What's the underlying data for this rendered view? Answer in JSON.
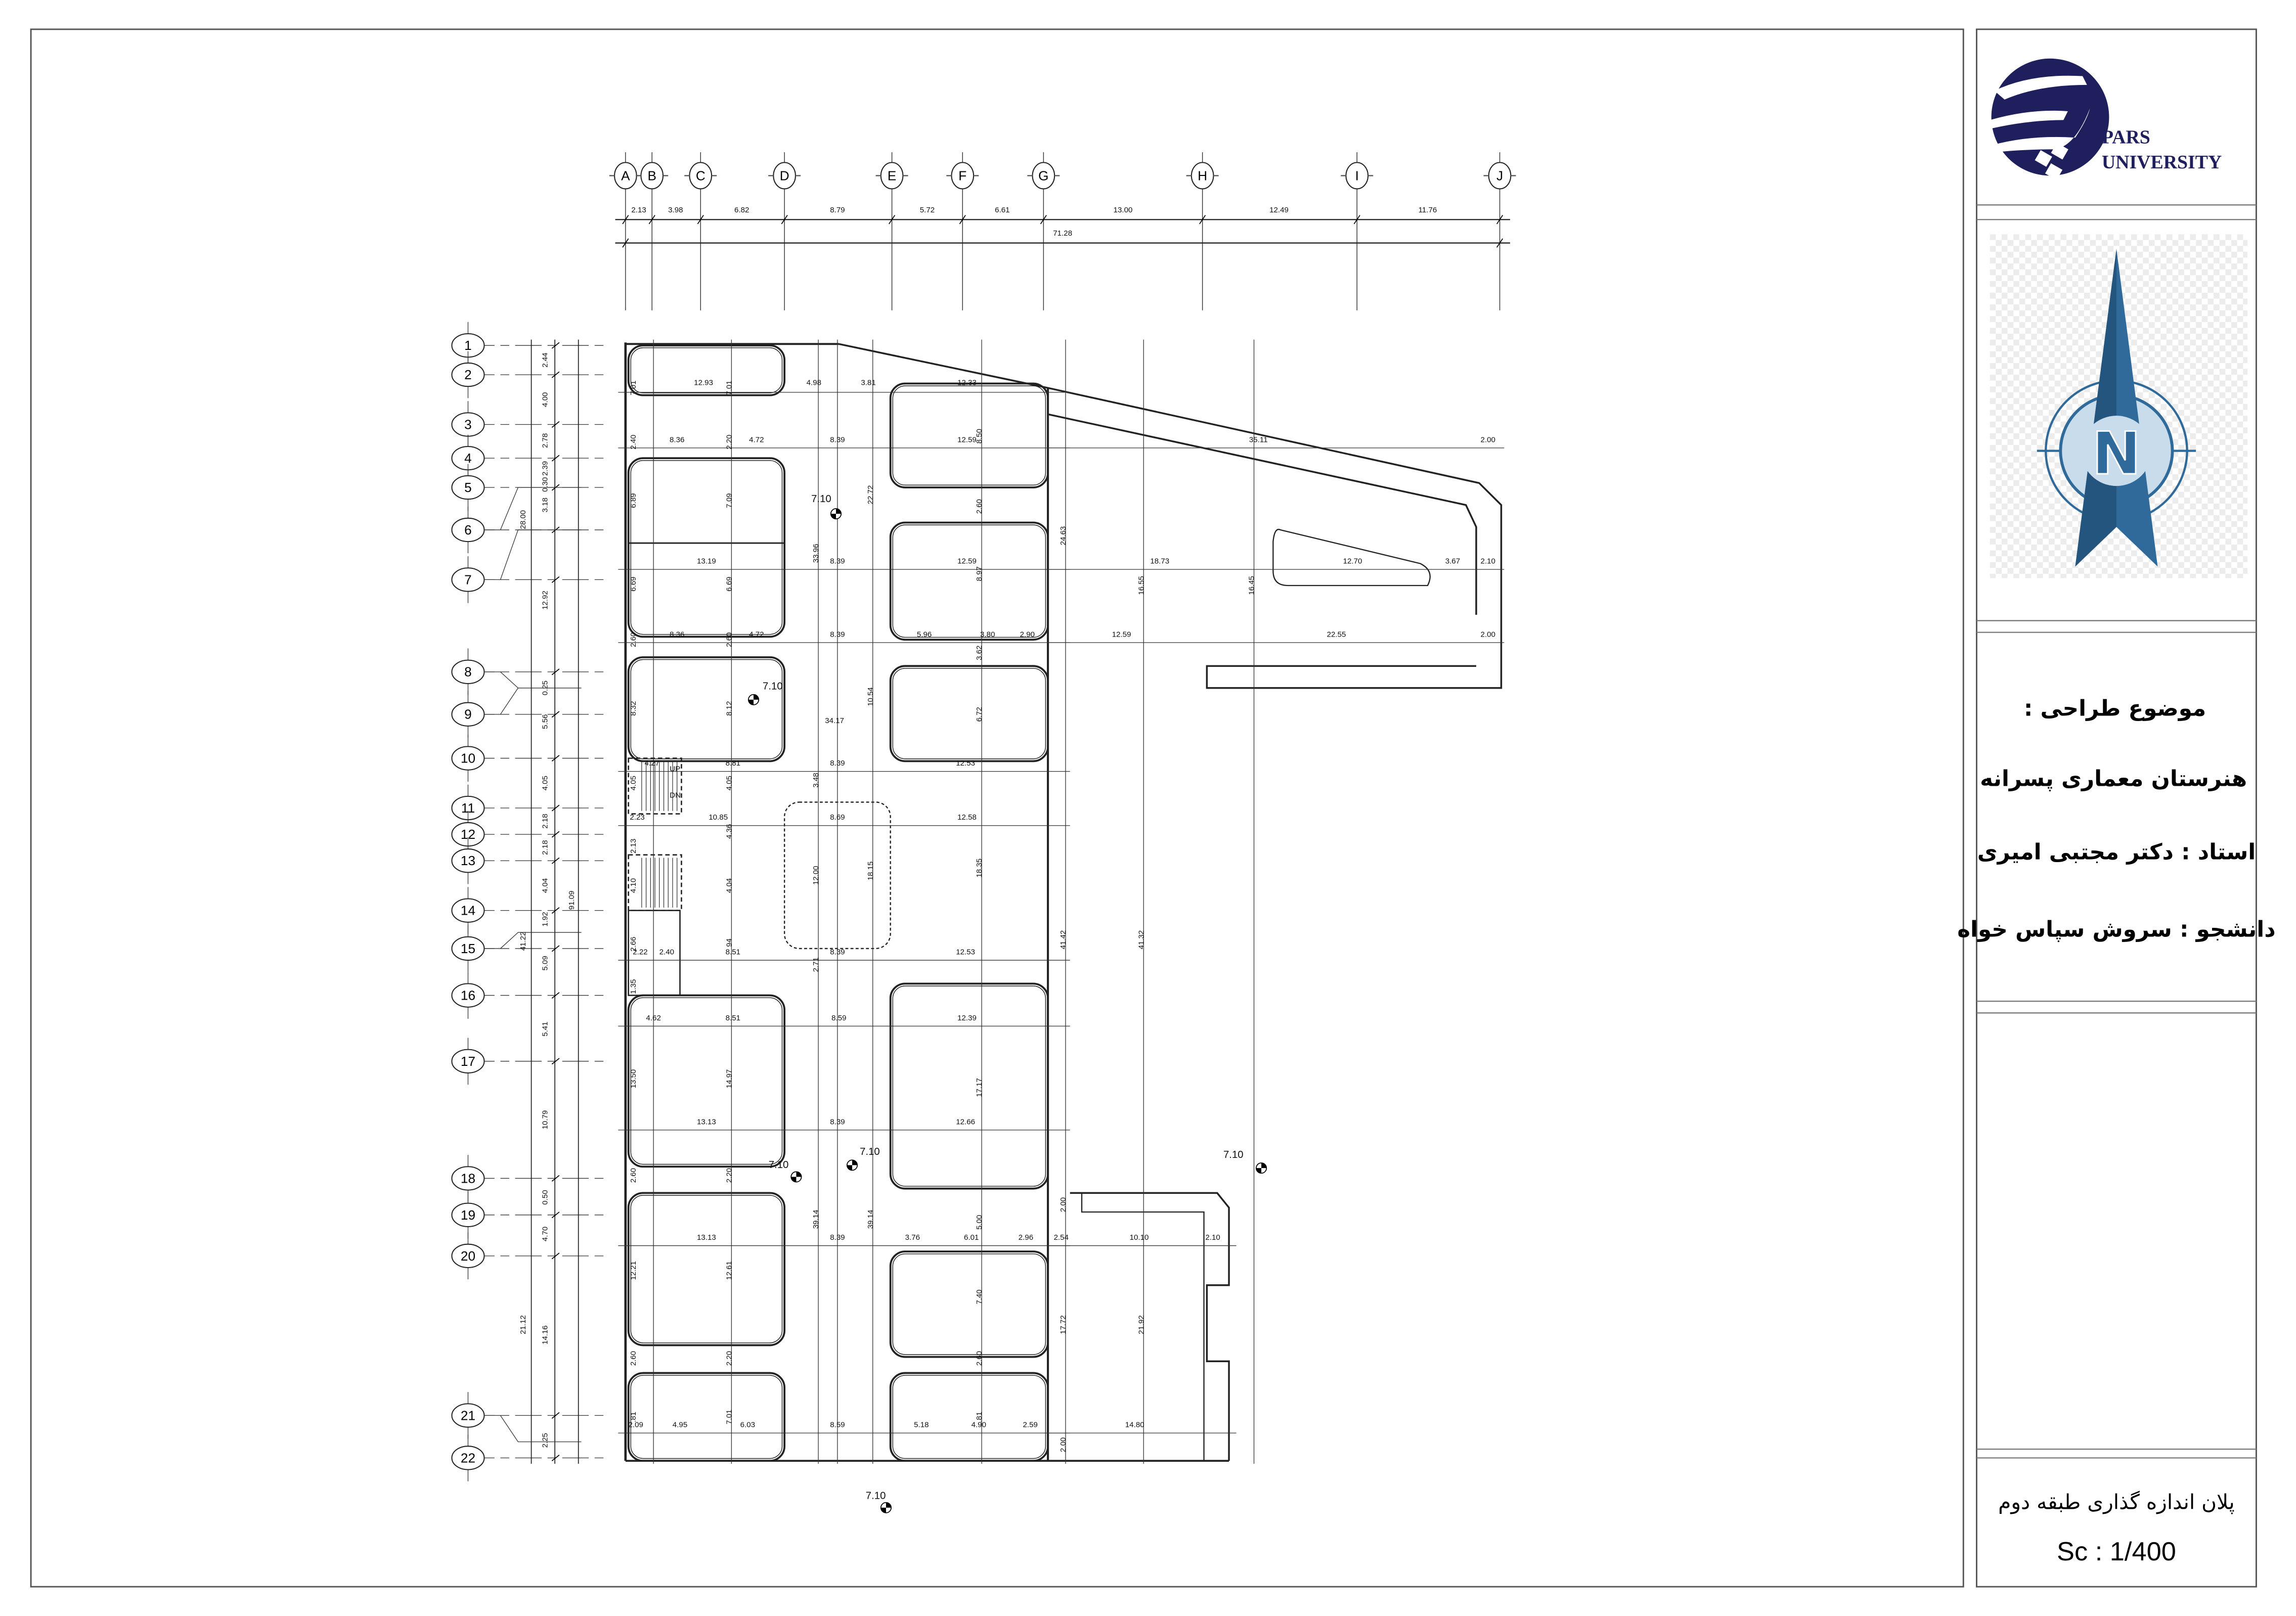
{
  "title_block": {
    "logo_line1": "PARS",
    "logo_line2": "UNIVERSITY",
    "north_letter": "N",
    "subject_label": "موضوع طراحی :",
    "project_name": "هنرستان معماری پسرانه",
    "instructor": "استاد : دکتر مجتبی امیری",
    "student": "دانشجو : سروش سپاس خواه",
    "drawing_title": "پلان اندازه گذاری طبقه دوم",
    "scale": "Sc : 1/400"
  },
  "grid_columns": [
    "A",
    "B",
    "C",
    "D",
    "E",
    "F",
    "G",
    "H",
    "I",
    "J"
  ],
  "grid_rows": [
    "1",
    "2",
    "3",
    "4",
    "5",
    "6",
    "7",
    "8",
    "9",
    "10",
    "11",
    "12",
    "13",
    "14",
    "15",
    "16",
    "17",
    "18",
    "19",
    "20",
    "21",
    "22"
  ],
  "top_dimensions": [
    "2.13",
    "3.98",
    "6.82",
    "8.79",
    "5.72",
    "6.61",
    "13.00",
    "12.49",
    "11.76"
  ],
  "top_total": "71.28",
  "left_dimensions": [
    "2.44",
    "4.00",
    "2.78",
    "2.39",
    "0.30",
    "3.18",
    "12.92",
    "0.25",
    "5.56",
    "4.05",
    "2.18",
    "2.18",
    "4.04",
    "1.92",
    "5.09",
    "5.41",
    "10.79",
    "0.50",
    "4.70",
    "14.16",
    "2.25"
  ],
  "left_totals": [
    "28.00",
    "41.22",
    "21.12",
    "91.09"
  ],
  "level_marks": [
    "7.10",
    "7.10",
    "7.10",
    "7.10",
    "7.10",
    "7.10"
  ],
  "stair_labels": [
    "UP",
    "DN"
  ],
  "plan_dimensions": [
    "12.93",
    "7.01",
    "7.01",
    "4.98",
    "3.81",
    "12.33",
    "8.36",
    "2.40",
    "2.20",
    "4.72",
    "8.39",
    "12.59",
    "8.50",
    "35.11",
    "2.00",
    "6.89",
    "7.09",
    "22.72",
    "2.60",
    "13.19",
    "8.39",
    "12.59",
    "33.96",
    "8.97",
    "24.63",
    "18.73",
    "12.70",
    "3.67",
    "2.10",
    "16.55",
    "16.45",
    "6.69",
    "6.69",
    "8.36",
    "2.60",
    "2.60",
    "4.72",
    "8.39",
    "5.96",
    "3.80",
    "2.90",
    "3.62",
    "12.59",
    "22.55",
    "2.00",
    "34.17",
    "10.54",
    "8.32",
    "8.12",
    "6.72",
    "4.27",
    "8.81",
    "8.39",
    "12.53",
    "4.05",
    "4.05",
    "3.48",
    "2.23",
    "10.85",
    "8.69",
    "12.58",
    "4.36",
    "2.13",
    "12.00",
    "18.15",
    "18.35",
    "4.10",
    "4.04",
    "94",
    "8.51",
    "2.22",
    "2.40",
    "2.66",
    "8.39",
    "12.53",
    "2.71",
    "41.42",
    "41.32",
    "1.35",
    "4.62",
    "8.51",
    "8.59",
    "12.39",
    "13.50",
    "14.97",
    "17.17",
    "13.13",
    "8.39",
    "12.66",
    "2.60",
    "2.20",
    "2.00",
    "5.00",
    "39.14",
    "39.14",
    "13.13",
    "8.39",
    "3.76",
    "6.01",
    "2.96",
    "2.54",
    "10.10",
    "2.10",
    "12.21",
    "12.61",
    "7.40",
    "17.72",
    "21.92",
    "2.60",
    "2.20",
    "2.60",
    ".81",
    "7.01",
    ".81",
    "2.09",
    "4.95",
    "6.03",
    "8.59",
    "5.18",
    "4.90",
    "2.59",
    "14.80",
    "2.00"
  ],
  "colors": {
    "logo_navy": "#1f1f5e",
    "north_blue": "#2f6a9a",
    "north_light": "#c9dcec"
  }
}
